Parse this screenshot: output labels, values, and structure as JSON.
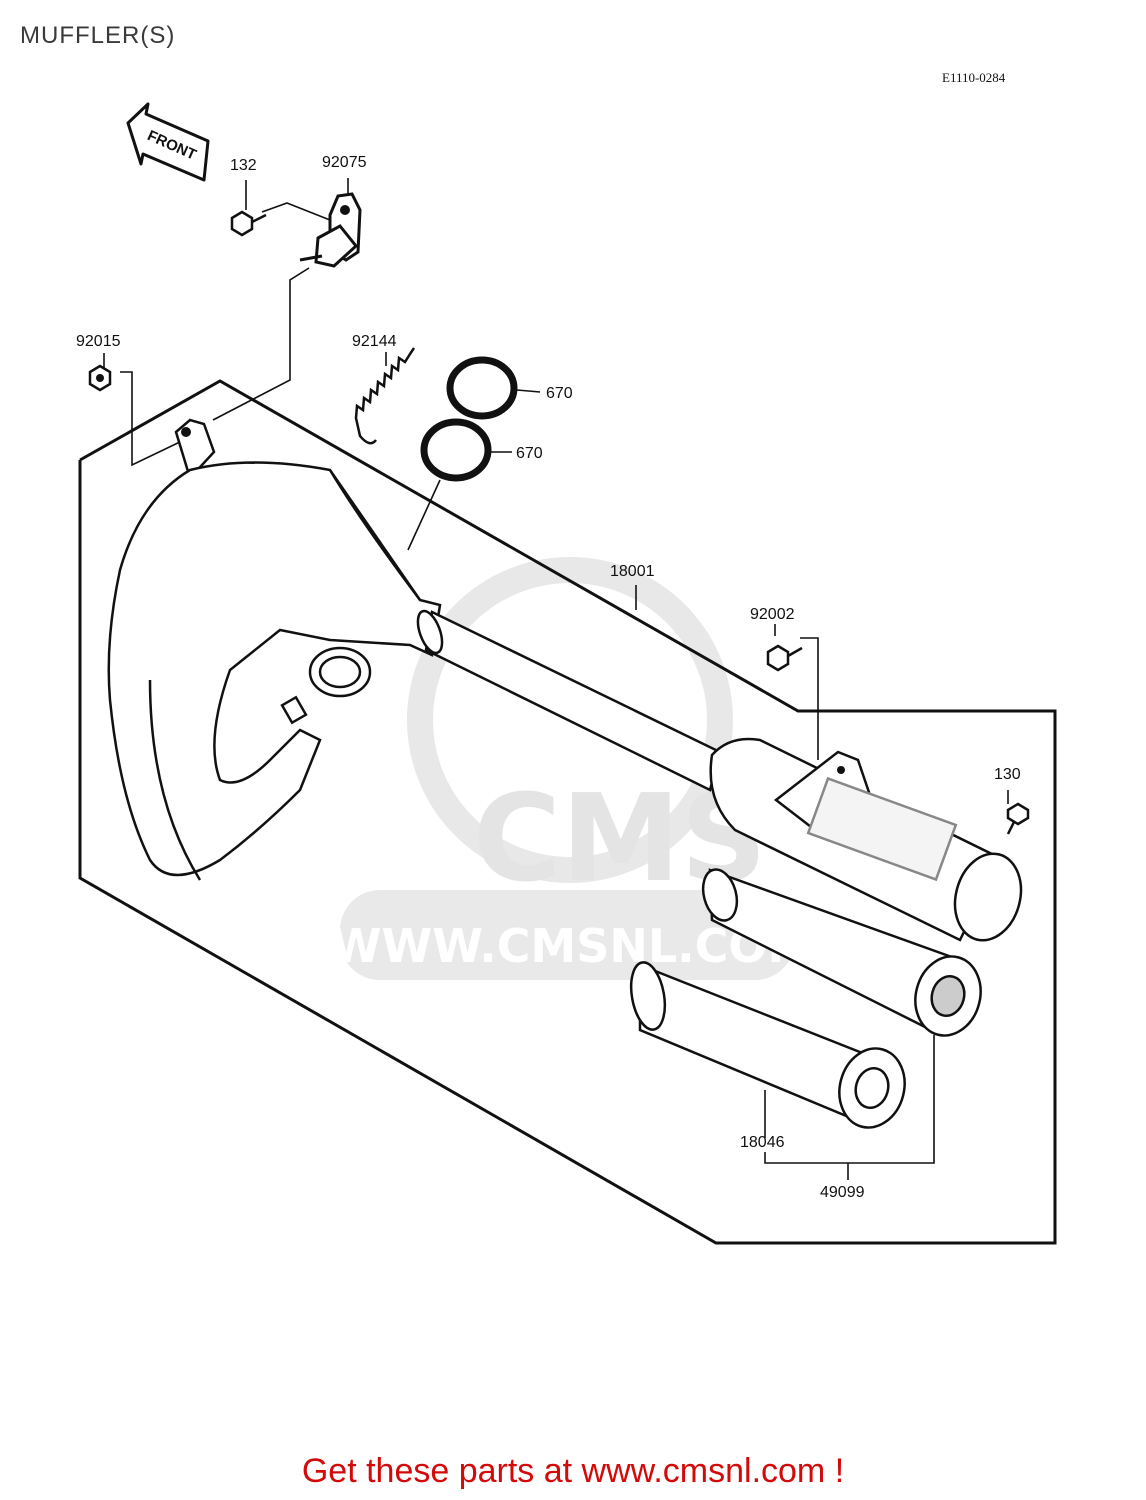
{
  "page": {
    "title": "MUFFLER(S)",
    "diagram_id": "E1110-0284"
  },
  "front_arrow": {
    "text": "FRONT"
  },
  "parts": {
    "p132": "132",
    "p92075": "92075",
    "p92015": "92015",
    "p92144": "92144",
    "p670a": "670",
    "p670b": "670",
    "p18001": "18001",
    "p92002": "92002",
    "p130": "130",
    "p18046": "18046",
    "p49099": "49099"
  },
  "watermark": {
    "brand": "CMS",
    "url": "WWW.CMSNL.COM"
  },
  "footer": {
    "text": "Get these parts at www.cmsnl.com !"
  },
  "colors": {
    "footer": "#d30a0a",
    "watermark": "#e6e6e6",
    "line": "#111111"
  }
}
